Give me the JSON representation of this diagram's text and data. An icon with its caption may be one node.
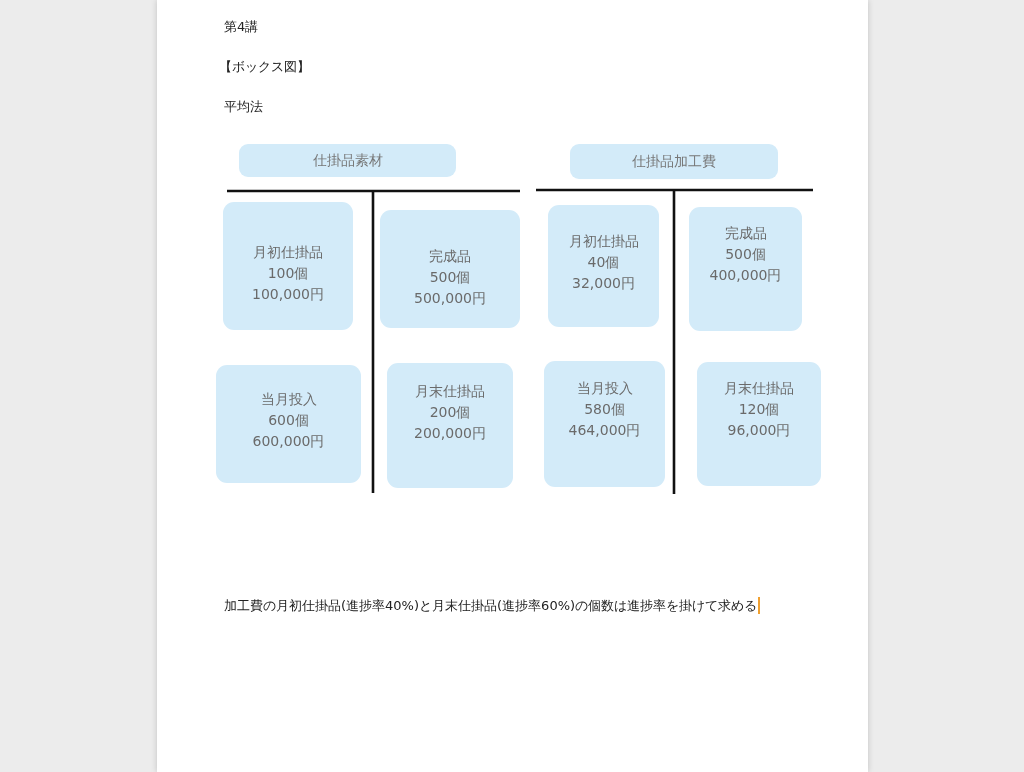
{
  "diagram": {
    "nodes": [
      {
        "text": [
          "仕掛品素材"
        ]
      },
      {
        "text": [
          "月初仕掛品",
          "100個",
          "100,000円"
        ]
      },
      {
        "text": [
          "完成品",
          "500個",
          "500,000円"
        ]
      },
      {
        "text": [
          "当月投入",
          "600個",
          "600,000円"
        ]
      },
      {
        "text": [
          "月末仕掛品",
          "200個",
          "200,000円"
        ]
      },
      {
        "text": [
          "仕掛品加工費"
        ]
      },
      {
        "text": [
          "月初仕掛品",
          "40個",
          "32,000円"
        ]
      },
      {
        "text": [
          "完成品",
          "500個",
          "400,000円"
        ]
      },
      {
        "text": [
          "当月投入",
          "580個",
          "464,000円"
        ]
      },
      {
        "text": [
          "月末仕掛品",
          "120個",
          "96,000円"
        ]
      }
    ],
    "labels": [
      "第4講",
      "【ボックス図】",
      "平均法",
      "加工費の月初仕掛品(進捗率40%)と月末仕掛品(進捗率60%)の個数は進捗率を掛けて求める"
    ]
  }
}
